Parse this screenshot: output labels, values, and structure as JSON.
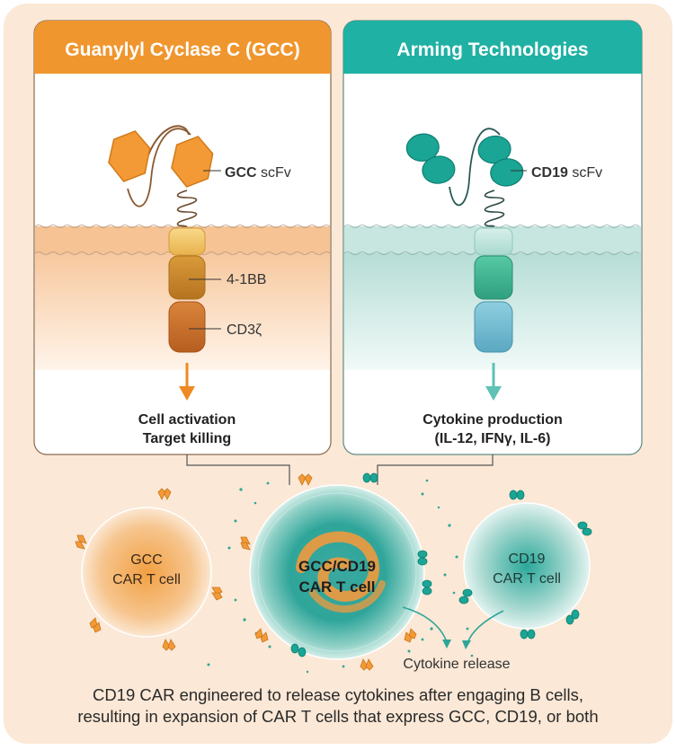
{
  "panels": {
    "left": {
      "header": "Guanylyl Cyclase C (GCC)",
      "scfv_bold": "GCC",
      "scfv_rest": " scFv",
      "domain_1": "4-1BB",
      "domain_2": "CD3ζ",
      "outcome_line1": "Cell activation",
      "outcome_line2": "Target killing"
    },
    "right": {
      "header": "Arming Technologies",
      "scfv_bold": "CD19",
      "scfv_rest": " scFv",
      "outcome_line1": "Cytokine production",
      "outcome_line2": "(IL-12, IFNγ, IL-6)"
    }
  },
  "cells": {
    "gcc_line1": "GCC",
    "gcc_line2": "CAR T cell",
    "dual_line1": "GCC/CD19",
    "dual_line2": "CAR T cell",
    "cd19_line1": "CD19",
    "cd19_line2": "CAR T cell",
    "release_label": "Cytokine release"
  },
  "caption": {
    "line1": "CD19 CAR engineered to release cytokines after engaging B cells,",
    "line2": "resulting in expansion of CAR T cells that express GCC, CD19, or both"
  },
  "colors": {
    "background": "#fbe8d6",
    "gcc_orange": "#f0962e",
    "arming_teal": "#1fb1a3"
  }
}
